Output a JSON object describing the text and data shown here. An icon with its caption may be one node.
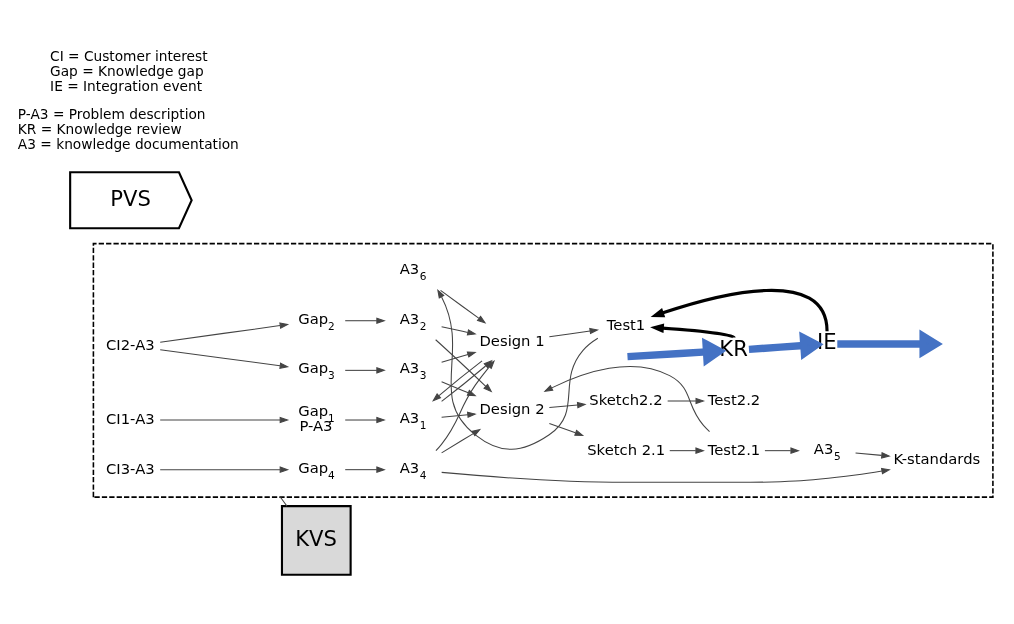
{
  "diagram": {
    "nodes": [
      {
        "text": [],
        "shape": "box"
      },
      {
        "text": [
          "CI1-A3"
        ],
        "in": 0
      },
      {
        "text": [
          "CI2-A3"
        ],
        "in": 0
      },
      {
        "text": [
          "CI3-A3"
        ],
        "in": 0
      },
      {
        "text": [
          "Gap$_{1}$",
          "P-A3"
        ],
        "in": 0
      },
      {
        "text": [
          "Gap$_{2}$"
        ],
        "in": 0
      },
      {
        "text": [
          "Gap$_{3}$"
        ],
        "in": 0
      },
      {
        "text": [
          "Gap$_{4}$"
        ],
        "in": 0
      },
      {
        "text": [
          "A3$_{1}$"
        ],
        "in": 0
      },
      {
        "text": [
          "A3$_{2}$"
        ],
        "in": 0
      },
      {
        "text": [
          "A3$_{3}$"
        ],
        "in": 0
      },
      {
        "text": [
          "A3$_{4}$"
        ],
        "in": 0
      },
      {
        "text": [
          "A3$_{6}$"
        ],
        "in": 0
      },
      {
        "text": [
          "Design 1"
        ],
        "in": 0
      },
      {
        "text": [
          "Test1"
        ],
        "in": 0
      },
      {
        "text": [
          "Design 2"
        ],
        "in": 0
      },
      {
        "text": [
          "K-standards"
        ],
        "in": 0
      },
      {
        "text": [
          "Sketch 2.1"
        ],
        "in": 0
      },
      {
        "text": [
          "Sketch2.2"
        ],
        "in": 0
      },
      {
        "text": [
          "Test2.1"
        ],
        "in": 0
      },
      {
        "text": [
          "Test2.2"
        ],
        "in": 0
      },
      {
        "text": [
          "A3$_{5}$"
        ],
        "in": 0
      },
      {
        "text": [
          "KR"
        ],
        "in": 0
      },
      {
        "text": [
          "IE"
        ],
        "in": 0
      },
      {
        "text": [
          "KVS"
        ]
      },
      {
        "text": [
          "PVS"
        ]
      }
    ],
    "edges": [
      {
        "from": 1,
        "to": 4,
        "arrow": "to"
      },
      {
        "from": 2,
        "to": 5,
        "arrow": "to"
      },
      {
        "from": 2,
        "to": 6,
        "arrow": "to"
      },
      {
        "from": 3,
        "to": 7,
        "arrow": "to"
      },
      {
        "from": 4,
        "to": 8,
        "arrow": "to"
      },
      {
        "from": 5,
        "to": 9,
        "arrow": "to"
      },
      {
        "from": 6,
        "to": 10,
        "arrow": "to"
      },
      {
        "from": 7,
        "to": 11,
        "arrow": "to"
      },
      {
        "from": 8,
        "to": 13,
        "arrow": "to"
      },
      {
        "from": 8,
        "to": 15,
        "arrow": "to"
      },
      {
        "from": 9,
        "to": 13,
        "arrow": "to"
      },
      {
        "from": 9,
        "to": 15,
        "arrow": "to"
      },
      {
        "from": 10,
        "to": 13,
        "arrow": "to"
      },
      {
        "from": 10,
        "to": 15,
        "arrow": "to"
      },
      {
        "from": 11,
        "to": 13,
        "arrow": "to"
      },
      {
        "from": 11,
        "to": 15,
        "arrow": "to"
      },
      {
        "from": 13,
        "to": 8,
        "arrow": "to"
      },
      {
        "from": 12,
        "to": 13,
        "arrow": "to"
      },
      {
        "from": 13,
        "to": 14,
        "arrow": "to"
      },
      {
        "from": 14,
        "to": 12,
        "arrow": "to"
      },
      {
        "from": 15,
        "to": 17,
        "arrow": "to"
      },
      {
        "from": 15,
        "to": 18,
        "arrow": "to"
      },
      {
        "from": 17,
        "to": 19,
        "arrow": "to"
      },
      {
        "from": 18,
        "to": 20,
        "arrow": "to"
      },
      {
        "from": 19,
        "to": 15,
        "arrow": "to"
      },
      {
        "from": 19,
        "to": 21,
        "arrow": "to"
      },
      {
        "from": 11,
        "to": 16,
        "arrow": "to"
      },
      {
        "from": 21,
        "to": 16,
        "arrow": "to"
      },
      {
        "from": 22,
        "to": 14,
        "arrow": "to",
        "style": "thick"
      },
      {
        "from": 23,
        "to": 14,
        "arrow": "to",
        "style": "thick"
      },
      {
        "from": null,
        "to": 22,
        "arrow": "to",
        "style": "thick",
        "color": "#4472c4"
      },
      {
        "from": 22,
        "to": 23,
        "arrow": "to",
        "style": "thick",
        "color": "#4472c4"
      },
      {
        "from": 23,
        "to": null,
        "arrow": "to",
        "style": "thick",
        "color": "#4472c4"
      },
      {
        "from": 0,
        "to": 24,
        "arrow": "none"
      }
    ],
    "labels": [
      "P-A3 = Problem description",
      "KR = Knowledge review",
      "A3 = knowledge documentation",
      "CI = Customer interest",
      "Gap = Knowledge gap",
      "IE = Integration event"
    ]
  }
}
